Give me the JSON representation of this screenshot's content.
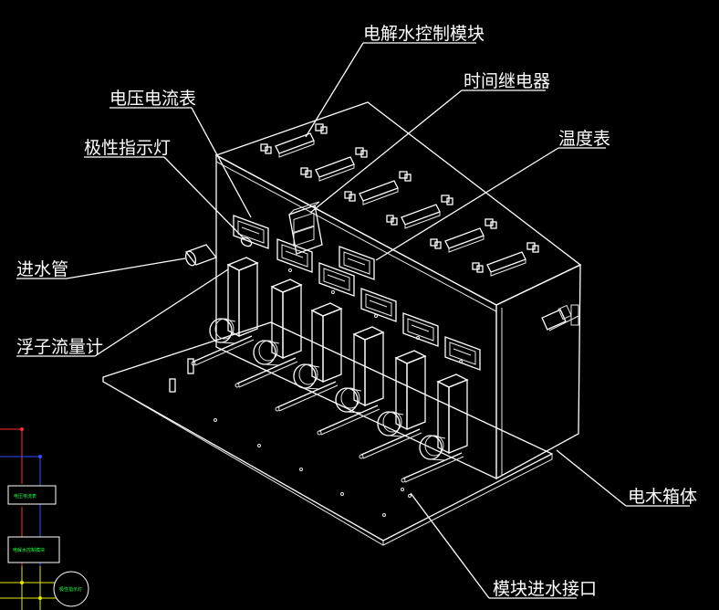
{
  "labels": {
    "electrolysis_module": "电解水控制模块",
    "time_relay": "时间继电器",
    "volt_ammeter": "电压电流表",
    "polarity_light": "极性指示灯",
    "thermometer": "温度表",
    "inlet_pipe": "进水管",
    "float_flowmeter": "浮子流量计",
    "cabinet": "电木箱体",
    "module_inlet": "模块进水接口"
  },
  "schematic": {
    "box1": "电压电流表",
    "box2": "电解水控制模块",
    "circle": "极性指示灯"
  },
  "colors": {
    "background": "#000000",
    "line": "#ffffff",
    "wire_red": "#ff3030",
    "wire_blue": "#3050ff",
    "wire_yellow": "#e8e800",
    "wire_green": "#22ff44"
  }
}
